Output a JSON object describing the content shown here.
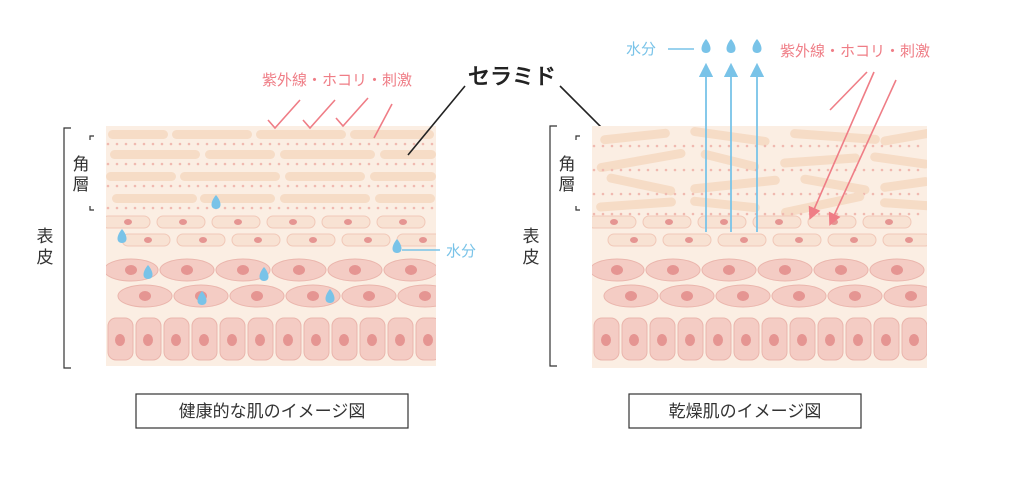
{
  "center_label": "セラミド",
  "colors": {
    "irritant": "#ef7d86",
    "water": "#79c3e8",
    "skin_base": "#fbeee3",
    "cell_fill": "#f4ccc4",
    "cell_nucleus": "#e59592",
    "line": "#222222",
    "bracket": "#333333"
  },
  "healthy": {
    "irritant_label": "紫外線・ホコリ・刺激",
    "water_label": "水分",
    "layer_label_horny": "角層",
    "layer_label_epidermis": "表皮",
    "caption": "健康的な肌のイメージ図"
  },
  "dry": {
    "irritant_label": "紫外線・ホコリ・刺激",
    "water_label": "水分",
    "layer_label_horny": "角層",
    "layer_label_epidermis": "表皮",
    "caption": "乾燥肌のイメージ図"
  }
}
